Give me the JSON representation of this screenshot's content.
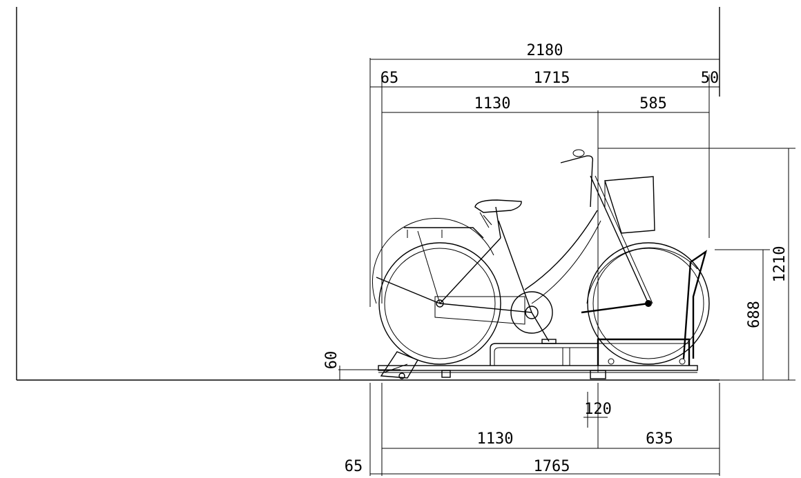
{
  "dimensions": {
    "total_width": "2180",
    "left_offset_top": "65",
    "main_span": "1715",
    "right_offset": "50",
    "wheelbase_top": "1130",
    "front_top": "585",
    "total_height": "1210",
    "rack_height": "688",
    "step_height": "60",
    "rail_width": "120",
    "wheelbase_bottom": "1130",
    "front_bottom": "635",
    "left_offset_bottom": "65",
    "base_length": "1765"
  }
}
